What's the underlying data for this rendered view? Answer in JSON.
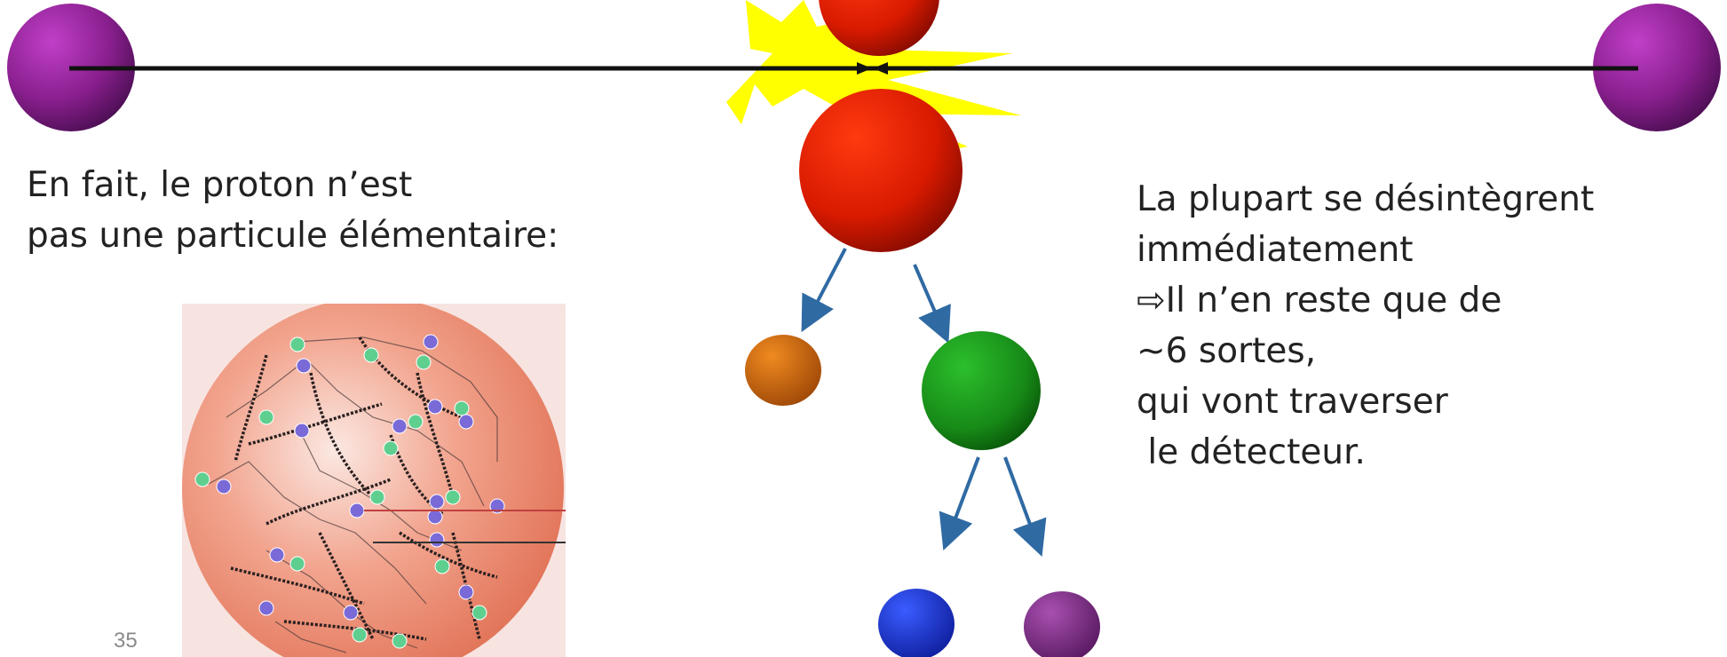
{
  "left_text": {
    "line1": "En fait, le proton n’est",
    "line2": "pas une particule élémentaire:"
  },
  "right_text": {
    "line1": "La plupart se désintègrent",
    "line2": "immédiatement",
    "line3": "⇨Il n’en reste que de",
    "line4": "~6 sortes,",
    "line5": "qui vont traverser",
    "line6": " le détecteur."
  },
  "slide_number": "35",
  "colors": {
    "proton": "#8a1f8f",
    "collision_flash": "#ffff00",
    "red_particle": "#e01a00",
    "orange_particle": "#d9650e",
    "green_particle": "#1f8f1f",
    "blue_particle": "#1c36d8",
    "purple_particle": "#80308a",
    "arrow": "#2f6aa3",
    "beam_line": "#111111"
  }
}
